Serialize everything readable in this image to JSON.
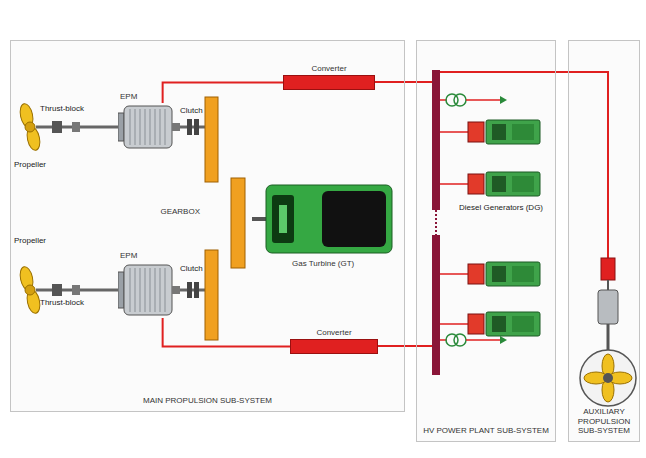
{
  "diagram": {
    "nodes": [
      {
        "text": [
          "MAIN PROPULSION SUB-SYSTEM"
        ]
      },
      {
        "text": [
          "Converter"
        ],
        "in": 0
      },
      {
        "text": [
          "EPM"
        ],
        "in": 0
      },
      {
        "text": [
          "GEARBOX"
        ],
        "in": 0
      },
      {
        "text": [
          "Gas Turbine (GT)"
        ],
        "in": 0
      },
      {
        "text": [
          "EPM"
        ],
        "in": 0
      },
      {
        "text": [
          "Converter"
        ],
        "in": 0
      },
      {
        "text": [
          "HV POWER PLANT SUB-SYSTEM"
        ]
      },
      {
        "text": [
          "AUXILIARY PROPULSION SUB-SYSTEM"
        ]
      }
    ],
    "edges": [
      {
        "from": 1,
        "to": 2,
        "arrow": "none"
      },
      {
        "from": 6,
        "to": 5,
        "arrow": "none"
      }
    ],
    "labels": [
      "Thrust-block",
      "Propeller",
      "Clutch",
      "Propeller",
      "Clutch",
      "Thrust-block",
      "Diesel Generators (DG)"
    ]
  }
}
